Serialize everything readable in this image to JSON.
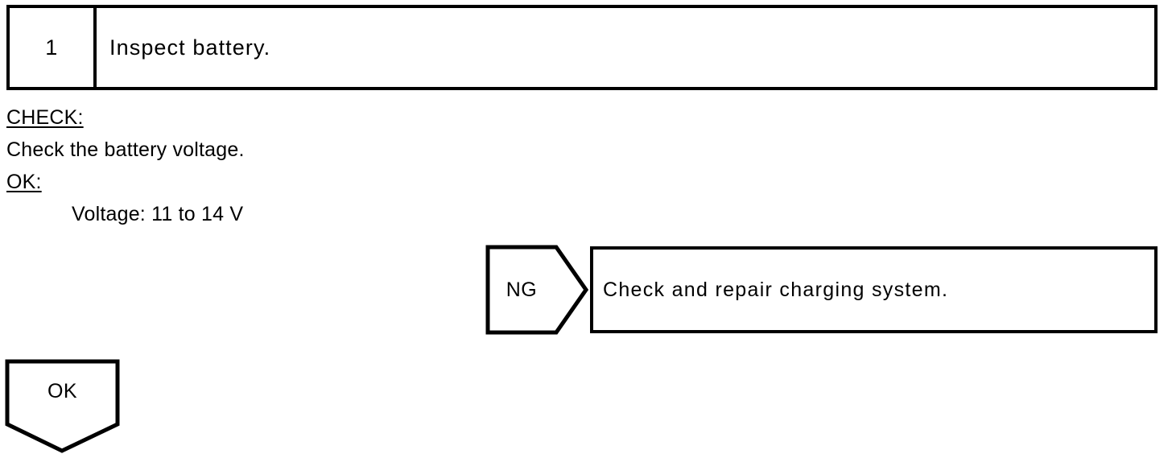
{
  "step": {
    "number": "1",
    "title": "Inspect battery."
  },
  "instructions": {
    "check_label": "CHECK:",
    "check_text": "Check the battery voltage.",
    "ok_label": "OK:",
    "ok_spec": "Voltage: 11 to 14 V"
  },
  "branches": {
    "ng": {
      "label": "NG",
      "result": "Check and repair charging system."
    },
    "ok": {
      "label": "OK"
    }
  },
  "style": {
    "line_color": "#000000",
    "background": "#ffffff"
  }
}
